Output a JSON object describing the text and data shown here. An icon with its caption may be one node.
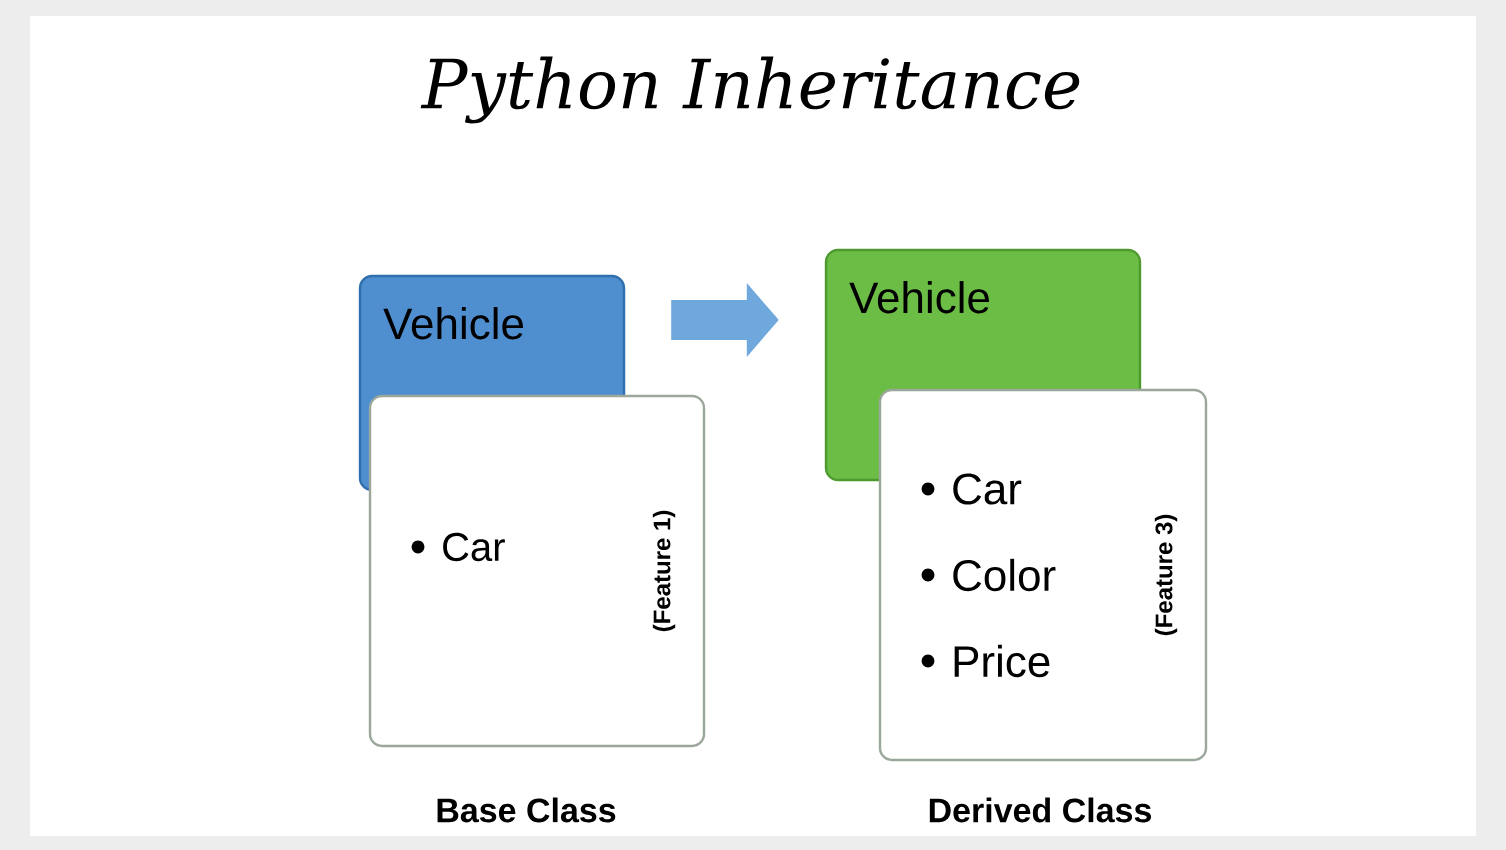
{
  "diagram": {
    "title": "Python Inheritance",
    "nodes": [
      {
        "text": [
          "Vehicle"
        ]
      },
      {
        "text": [
          "Car",
          "(Feature 1)"
        ]
      },
      {
        "text": [
          "Vehicle"
        ]
      },
      {
        "text": [
          "Car",
          "Color",
          "Price",
          "(Feature 3)"
        ]
      }
    ],
    "edges": [
      {
        "from": 0,
        "to": 2,
        "arrow": "to",
        "color": "#6fa8dc"
      }
    ],
    "labels": [
      "Base Class",
      "Derived Class"
    ]
  }
}
